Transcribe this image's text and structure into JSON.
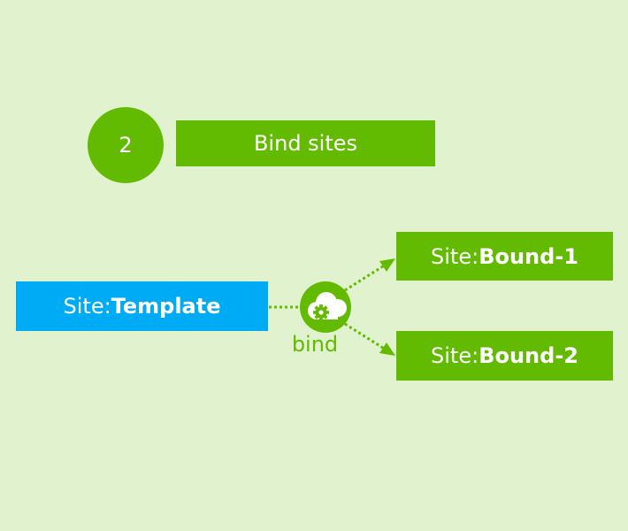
{
  "step": {
    "number": "2",
    "title": "Bind sites"
  },
  "template_site": {
    "prefix": "Site: ",
    "name": "Template"
  },
  "bound_sites": [
    {
      "prefix": "Site: ",
      "name": "Bound-1"
    },
    {
      "prefix": "Site: ",
      "name": "Bound-2"
    }
  ],
  "bind_label": "bind",
  "icons": {
    "bind": "cloud-gear-icon",
    "arrow": "arrowhead-icon"
  },
  "colors": {
    "background": "#e1f2cf",
    "green": "#62bb00",
    "blue": "#00abf5",
    "text": "#ffffff"
  }
}
